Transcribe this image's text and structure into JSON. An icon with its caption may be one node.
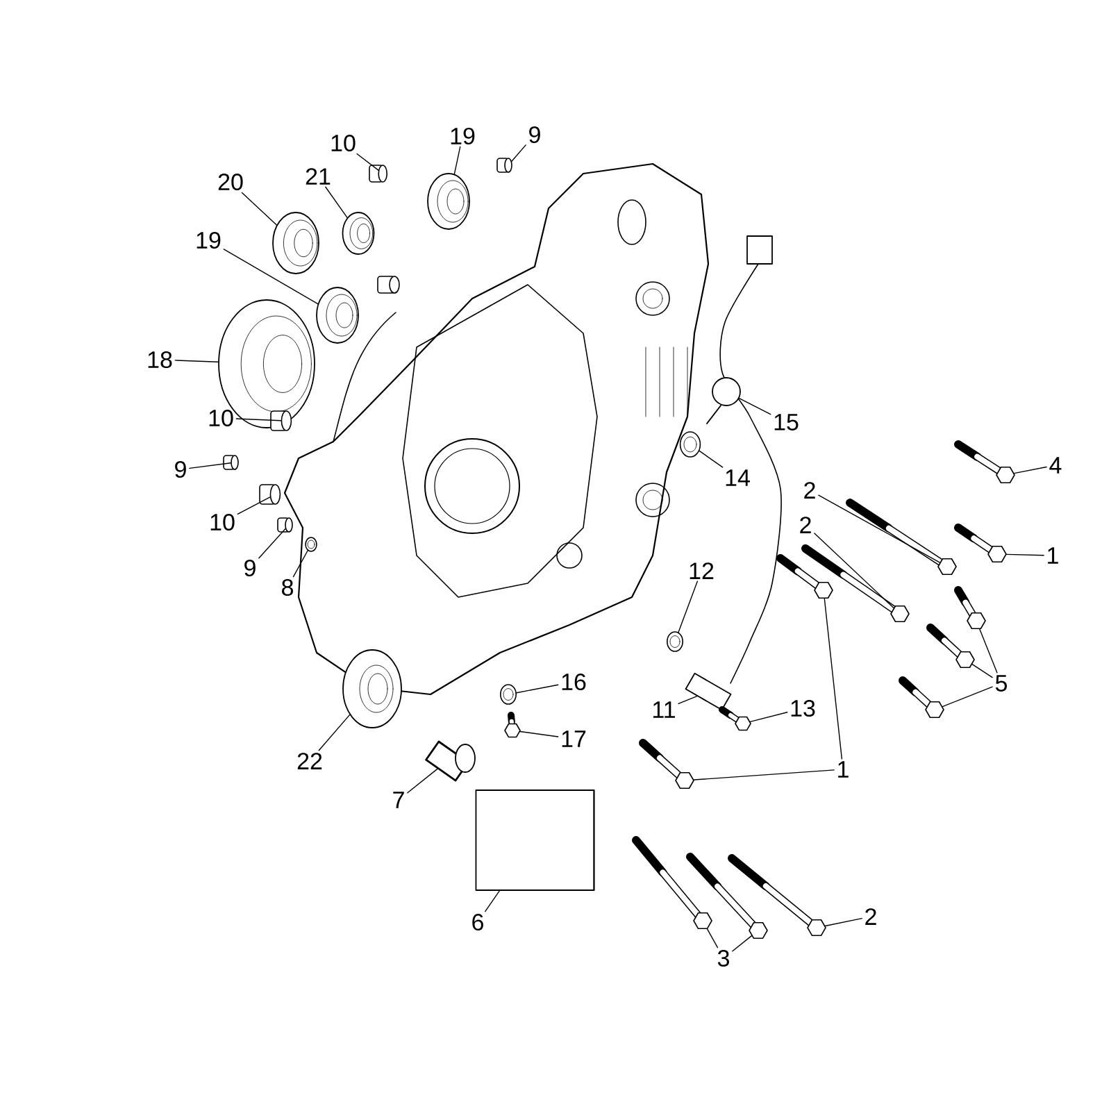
{
  "diagram": {
    "nodes": [
      {
        "text": [
          "10"
        ]
      },
      {
        "text": [
          "19"
        ]
      },
      {
        "text": [
          "9"
        ]
      },
      {
        "text": [
          "20"
        ]
      },
      {
        "text": [
          "21"
        ]
      },
      {
        "text": [
          "19"
        ]
      },
      {
        "text": [
          "18"
        ]
      },
      {
        "text": [
          "10"
        ]
      },
      {
        "text": [
          "9"
        ]
      },
      {
        "text": [
          "10"
        ]
      },
      {
        "text": [
          "9"
        ]
      },
      {
        "text": [
          "8"
        ]
      },
      {
        "text": [
          "22"
        ]
      },
      {
        "text": [
          "7"
        ]
      },
      {
        "text": [
          "6"
        ]
      },
      {
        "text": [
          "16"
        ]
      },
      {
        "text": [
          "17"
        ]
      },
      {
        "text": [
          "15"
        ]
      },
      {
        "text": [
          "14"
        ]
      },
      {
        "text": [
          "12"
        ]
      },
      {
        "text": [
          "11"
        ]
      },
      {
        "text": [
          "13"
        ]
      },
      {
        "text": [
          "4"
        ]
      },
      {
        "text": [
          "2"
        ]
      },
      {
        "text": [
          "1"
        ]
      },
      {
        "text": [
          "2"
        ]
      },
      {
        "text": [
          "5"
        ]
      },
      {
        "text": [
          "1"
        ]
      },
      {
        "text": [
          "3"
        ]
      },
      {
        "text": [
          "2"
        ]
      },
      {
        "text": [],
        "shape": "dowel"
      },
      {
        "text": [],
        "shape": "bearing"
      },
      {
        "text": [],
        "shape": "dowel"
      },
      {
        "text": [],
        "shape": "bearing"
      },
      {
        "text": [],
        "shape": "bearing"
      },
      {
        "text": [],
        "shape": "bearing"
      },
      {
        "text": [],
        "shape": "bearing"
      },
      {
        "text": [],
        "shape": "dowel"
      },
      {
        "text": [],
        "shape": "dowel"
      },
      {
        "text": [],
        "shape": "dowel"
      },
      {
        "text": [],
        "shape": "dowel"
      },
      {
        "text": [],
        "shape": "washer"
      },
      {
        "text": [],
        "shape": "seal"
      },
      {
        "text": [],
        "shape": "fitting"
      },
      {
        "text": [],
        "shape": "filter"
      },
      {
        "text": [],
        "shape": "washer"
      },
      {
        "text": [],
        "shape": "bolt"
      },
      {
        "text": [],
        "shape": "sender"
      },
      {
        "text": [],
        "shape": "washer"
      },
      {
        "text": [],
        "shape": "washer"
      },
      {
        "text": [],
        "shape": "sensor"
      },
      {
        "text": [],
        "shape": "bolt"
      },
      {
        "text": [],
        "shape": "bolt"
      },
      {
        "text": [],
        "shape": "bolt"
      },
      {
        "text": [],
        "shape": "bolt"
      },
      {
        "text": [],
        "shape": "bolt"
      },
      {
        "text": [],
        "shape": "bolt"
      },
      {
        "text": [],
        "shape": "bolt"
      },
      {
        "text": [],
        "shape": "bolt"
      },
      {
        "text": [],
        "shape": "bolt"
      },
      {
        "text": [],
        "shape": "bolt"
      },
      {
        "text": [],
        "shape": "bolt"
      },
      {
        "text": [],
        "shape": "bolt"
      },
      {
        "text": [],
        "shape": "bolt"
      }
    ],
    "edges": [
      {
        "from": 0,
        "to": 30,
        "arrow": "none"
      },
      {
        "from": 1,
        "to": 31,
        "arrow": "none"
      },
      {
        "from": 2,
        "to": 32,
        "arrow": "none"
      },
      {
        "from": 3,
        "to": 33,
        "arrow": "none"
      },
      {
        "from": 4,
        "to": 34,
        "arrow": "none"
      },
      {
        "from": 5,
        "to": 35,
        "arrow": "none"
      },
      {
        "from": 6,
        "to": 36,
        "arrow": "none"
      },
      {
        "from": 7,
        "to": 37,
        "arrow": "none"
      },
      {
        "from": 8,
        "to": 38,
        "arrow": "none"
      },
      {
        "from": 9,
        "to": 39,
        "arrow": "none"
      },
      {
        "from": 10,
        "to": 40,
        "arrow": "none"
      },
      {
        "from": 11,
        "to": 41,
        "arrow": "none"
      },
      {
        "from": 12,
        "to": 42,
        "arrow": "none"
      },
      {
        "from": 13,
        "to": 43,
        "arrow": "none"
      },
      {
        "from": 14,
        "to": 44,
        "arrow": "none"
      },
      {
        "from": 15,
        "to": 45,
        "arrow": "none"
      },
      {
        "from": 16,
        "to": 46,
        "arrow": "none"
      },
      {
        "from": 17,
        "to": 47,
        "arrow": "none"
      },
      {
        "from": 18,
        "to": 48,
        "arrow": "none"
      },
      {
        "from": 19,
        "to": 49,
        "arrow": "none"
      },
      {
        "from": 20,
        "to": 50,
        "arrow": "none"
      },
      {
        "from": 21,
        "to": 51,
        "arrow": "none"
      },
      {
        "from": 22,
        "to": 52,
        "arrow": "none"
      },
      {
        "from": 23,
        "to": 53,
        "arrow": "none"
      },
      {
        "from": 24,
        "to": 54,
        "arrow": "none"
      },
      {
        "from": 25,
        "to": 55,
        "arrow": "none"
      },
      {
        "from": 26,
        "to": 56,
        "arrow": "none"
      },
      {
        "from": 26,
        "to": 57,
        "arrow": "none"
      },
      {
        "from": 26,
        "to": 58,
        "arrow": "none"
      },
      {
        "from": 27,
        "to": 59,
        "arrow": "none"
      },
      {
        "from": 27,
        "to": 60,
        "arrow": "none"
      },
      {
        "from": 28,
        "to": 61,
        "arrow": "none"
      },
      {
        "from": 28,
        "to": 62,
        "arrow": "none"
      },
      {
        "from": 29,
        "to": 63,
        "arrow": "none"
      }
    ]
  }
}
